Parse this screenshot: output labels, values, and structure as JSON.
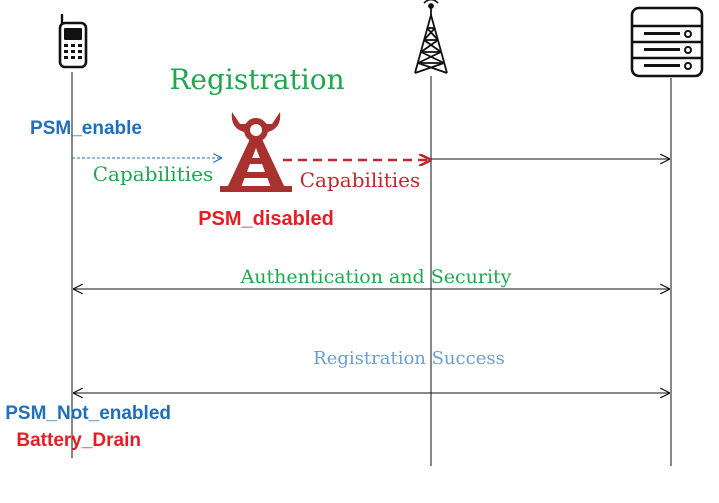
{
  "title": "Registration",
  "labels": {
    "psm_enable": "PSM_enable",
    "psm_disabled": "PSM_disabled",
    "capabilities_ue": "Capabilities",
    "capabilities_attacker": "Capabilities",
    "auth_security": "Authentication and Security",
    "registration_success": "Registration Success",
    "psm_not_enabled": "PSM_Not_enabled",
    "battery_drain": "Battery_Drain"
  },
  "icons": {
    "ue": "mobile-phone-icon",
    "attacker": "rogue-base-station-icon",
    "tower": "cell-tower-icon",
    "core": "server-rack-icon"
  },
  "colors": {
    "green": "#1fa84f",
    "blue": "#1f6fba",
    "light_blue": "#6a9ed6",
    "red": "#c0282e",
    "bright_red": "#e51d24",
    "black": "#111111"
  }
}
